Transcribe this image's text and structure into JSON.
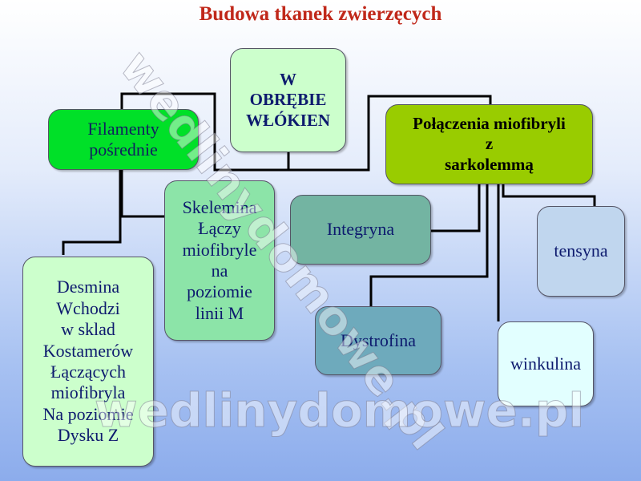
{
  "title": "Budowa tkanek zwierzęcych",
  "nodes": {
    "center": "W\nOBRĘBIE\nWŁÓKIEN",
    "filamenty": "Filamenty\npośrednie",
    "polaczenia": "Połączenia miofibryli\nz\nsarkolemmą",
    "skelemina": "Skelemina\nŁączy\nmiofibryle\nna\npoziomie\nlinii M",
    "integryna": "Integryna",
    "tensyna": "tensyna",
    "desmina": "Desmina\nWchodzi\nw sklad\nKostamerów\nŁączących\nmiofibryla\nNa poziomie\nDysku Z",
    "dystrofina": "Dystrofina",
    "winkulina": "winkulina"
  },
  "watermark": "wedlinydomowe.pl"
}
